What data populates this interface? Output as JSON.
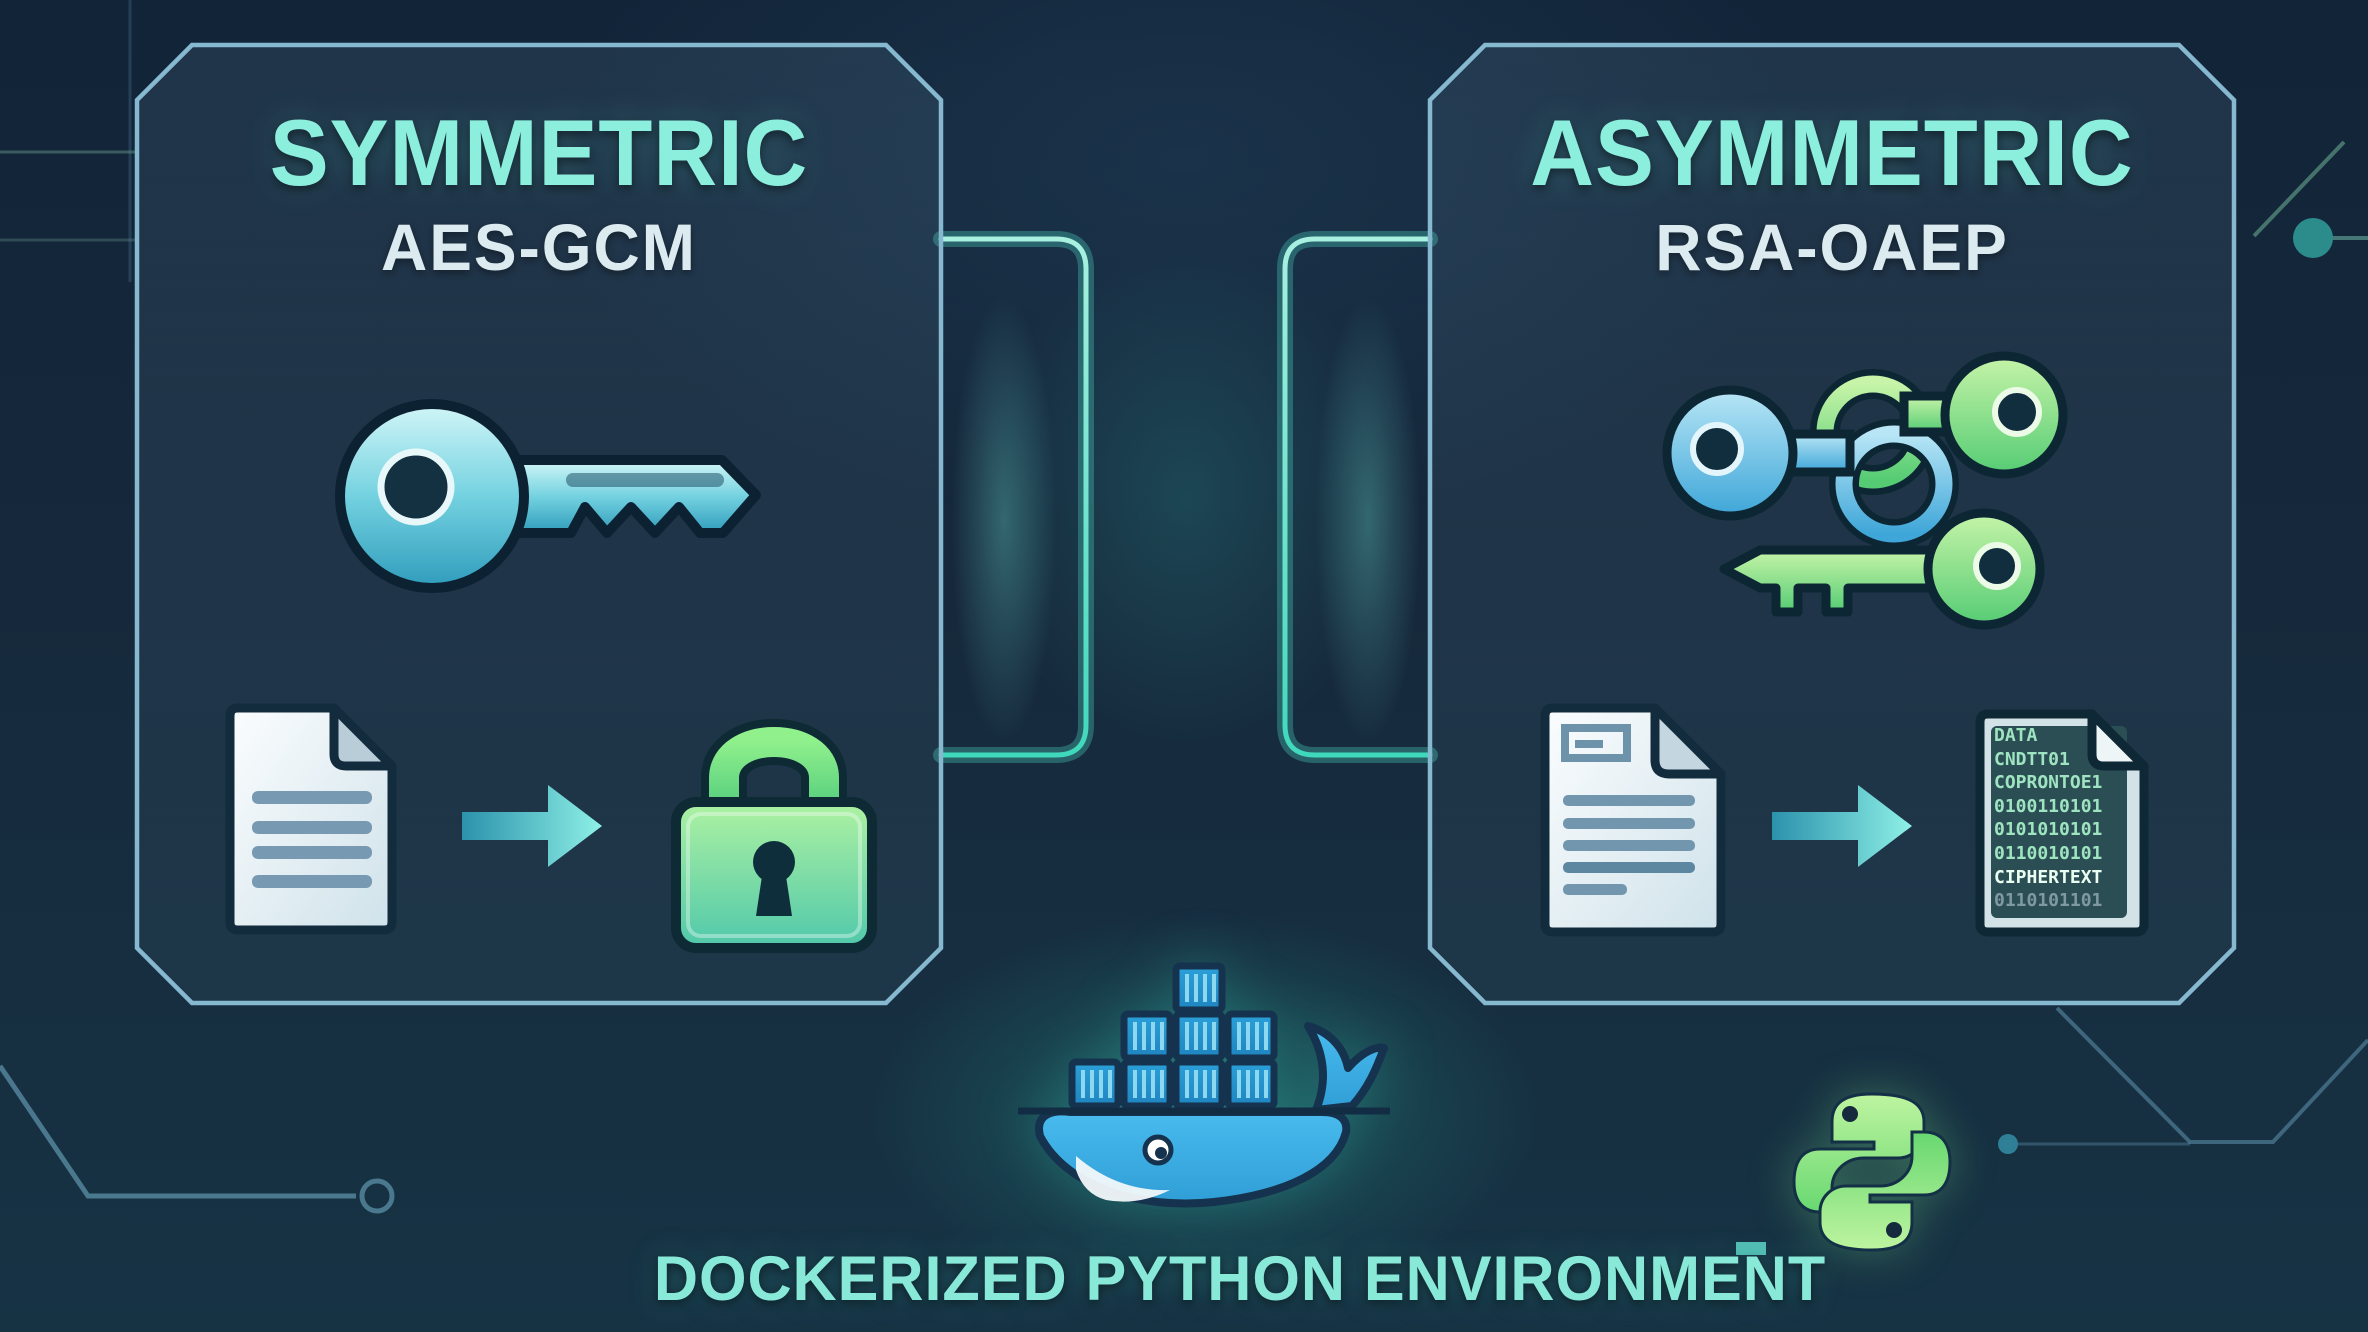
{
  "left_panel": {
    "title": "SYMMETRIC",
    "subtitle": "AES-GCM",
    "icons": {
      "key": "symmetric-key-icon (cyan key pointing right)",
      "document": "plain-document-icon (white page, 4 text lines)",
      "arrow": "encrypt-arrow-icon (teal right arrow)",
      "padlock": "encrypted-padlock-icon (green closed lock with keyhole)"
    }
  },
  "right_panel": {
    "title": "ASYMMETRIC",
    "subtitle": "RSA-OAEP",
    "icons": {
      "key_pair": "linked-key-pair-icon (blue key chained to green key, plus green key below)",
      "document": "plaintext-document-icon (white page, header stamp, 5 text lines)",
      "arrow": "encrypt-arrow-icon (teal right arrow)",
      "ciphertext_document": "ciphertext-document-icon (dark page with green code)"
    },
    "cipher_doc": {
      "lines": [
        "DATA",
        "CNDTT01",
        "COPRONTOE1",
        "0100110101",
        "0101010101",
        "0110010101",
        "CIPHERTEXT",
        "0110101101"
      ]
    }
  },
  "footer": {
    "caption": "DOCKERIZED PYTHON ENVIRONMENT",
    "logos": {
      "docker": "docker-whale-logo (blue whale carrying containers)",
      "python": "python-logo (green twin snakes)"
    }
  },
  "colors": {
    "background_navy": "#152A3D",
    "panel_border": "#86B8D0",
    "accent_teal_text": "#8CEEDD",
    "subtitle_text": "#DCEBF0",
    "connector_glow": "#40D8BC",
    "key_cyan": "#74D2E0",
    "lock_green": "#7BE087",
    "arrow_teal": "#8FF0E6",
    "cipher_green": "#9FE4C0",
    "docker_blue": "#3FAFE4",
    "python_green": "#8EE884"
  }
}
